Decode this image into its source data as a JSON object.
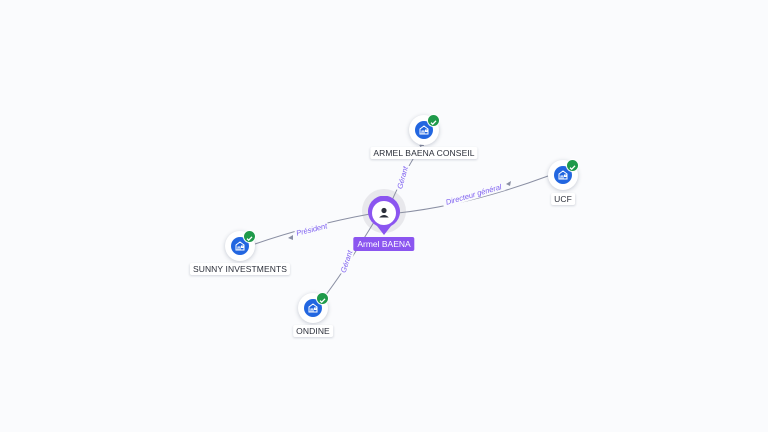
{
  "person": {
    "name": "Armel BAENA",
    "icon": "user-icon",
    "color": "#8b55f0"
  },
  "companies": [
    {
      "name": "ARMEL BAENA CONSEIL",
      "icon": "building-icon",
      "verified": true
    },
    {
      "name": "UCF",
      "icon": "building-icon",
      "verified": true
    },
    {
      "name": "SUNNY INVESTMENTS",
      "icon": "building-icon",
      "verified": true
    },
    {
      "name": "ONDINE",
      "icon": "building-icon",
      "verified": true
    }
  ],
  "relations": [
    {
      "role": "Gérant",
      "target": "ARMEL BAENA CONSEIL"
    },
    {
      "role": "Directeur général",
      "target": "UCF"
    },
    {
      "role": "Président",
      "target": "SUNNY INVESTMENTS"
    },
    {
      "role": "Gérant",
      "target": "ONDINE"
    }
  ],
  "colors": {
    "company_icon": "#2266e0",
    "verified_badge": "#1f9a4a",
    "edge_label": "#7b5cf0"
  }
}
